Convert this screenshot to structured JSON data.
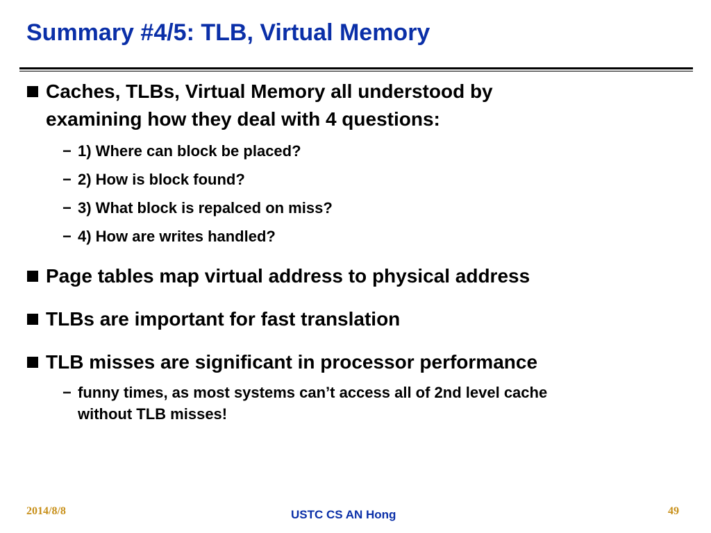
{
  "slide": {
    "title": "Summary #4/5: TLB, Virtual Memory",
    "bullets": [
      {
        "line1": "Caches, TLBs, Virtual Memory all understood by",
        "line2": "examining how they deal with 4 questions:",
        "sub": [
          "1) Where can block be placed?",
          "2) How is block found?",
          "3) What block is repalced on miss?",
          "4) How are writes handled?"
        ]
      },
      {
        "line1": "Page tables map virtual address to physical address"
      },
      {
        "line1": "TLBs are important for fast translation"
      },
      {
        "line1": "TLB misses are significant in processor performance",
        "sub": [
          {
            "line1": "funny times, as most systems can’t access all of 2nd level cache",
            "line2": "without TLB misses!"
          }
        ]
      }
    ],
    "dash_glyph": "−"
  },
  "footer": {
    "date": "2014/8/8",
    "center": "USTC CS AN Hong",
    "page": "49"
  },
  "colors": {
    "title": "#0a2fa8",
    "footer_center": "#0a2fa8",
    "footer_side": "#c8901a",
    "text": "#000000"
  }
}
